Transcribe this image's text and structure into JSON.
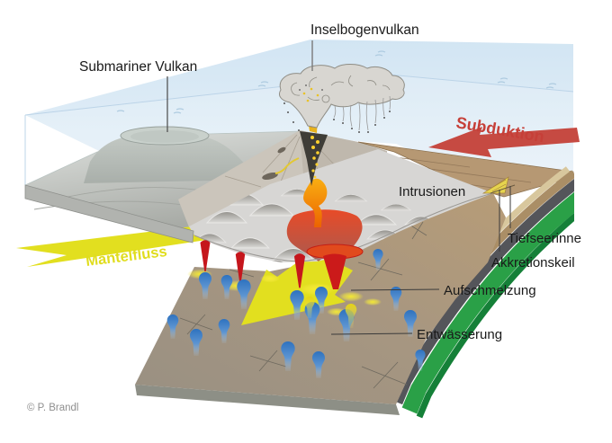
{
  "labels": {
    "arc_volcano": "Inselbogenvulkan",
    "submarine_volcano": "Submariner Vulkan",
    "subduction": "Subduktion",
    "intrusions": "Intrusionen",
    "trench": "Tiefseerinne",
    "accretionary_wedge": "Akkretionskeil",
    "melting": "Aufschmelzung",
    "dewatering": "Entwässerung",
    "mantle_flow": "Mantelfluss",
    "copyright": "© P. Brandl"
  },
  "colors": {
    "water": "#dcebf6",
    "overriding_plate_gray": "#b9bcb8",
    "arc_mountain": "#c9c3b9",
    "crust_cut_face": "#d7d6d4",
    "oceanic_plate_tan": "#b69873",
    "oceanic_crust_dark": "#54555a",
    "mantle_lithosphere_green": "#2aa047",
    "subduction_arrow_red": "#c64a42",
    "subduction_text_red": "#c63f38",
    "mantle_flow_yellow": "#e2df1f",
    "melt_red": "#d9452a",
    "magma_orange": "#f08a0e",
    "water_droplet_blue": "#2f72bd",
    "ash_cloud_gray": "#d8d6d1"
  }
}
